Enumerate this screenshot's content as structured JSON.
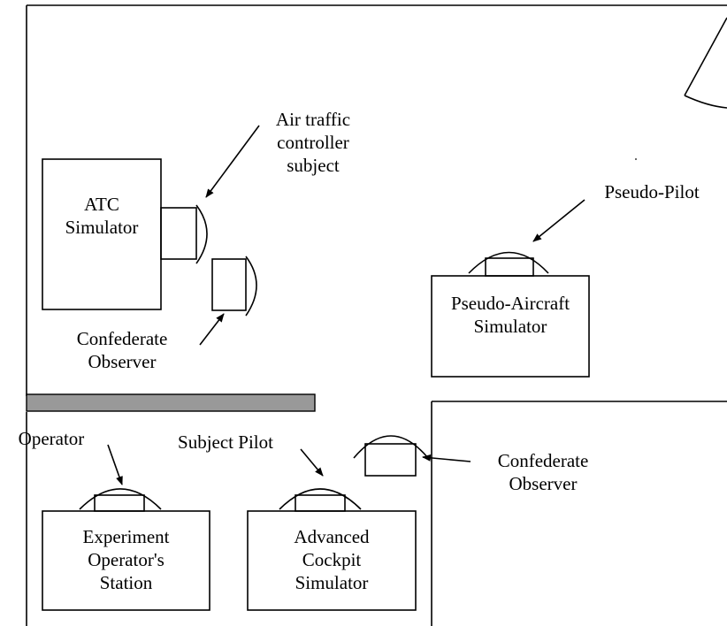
{
  "labels": {
    "atc_simulator": [
      "ATC",
      "Simulator"
    ],
    "air_traffic_controller": [
      "Air traffic",
      "controller",
      "subject"
    ],
    "confederate_observer_top": [
      "Confederate",
      "Observer"
    ],
    "pseudo_pilot": "Pseudo-Pilot",
    "pseudo_aircraft_simulator": [
      "Pseudo-Aircraft",
      "Simulator"
    ],
    "operator": "Operator",
    "subject_pilot": "Subject Pilot",
    "confederate_observer_bottom": [
      "Confederate",
      "Observer"
    ],
    "experiment_operator_station": [
      "Experiment",
      "Operator's",
      "Station"
    ],
    "advanced_cockpit_simulator": [
      "Advanced",
      "Cockpit",
      "Simulator"
    ]
  },
  "colors": {
    "stroke": "#000000",
    "divider_fill": "#999999"
  }
}
